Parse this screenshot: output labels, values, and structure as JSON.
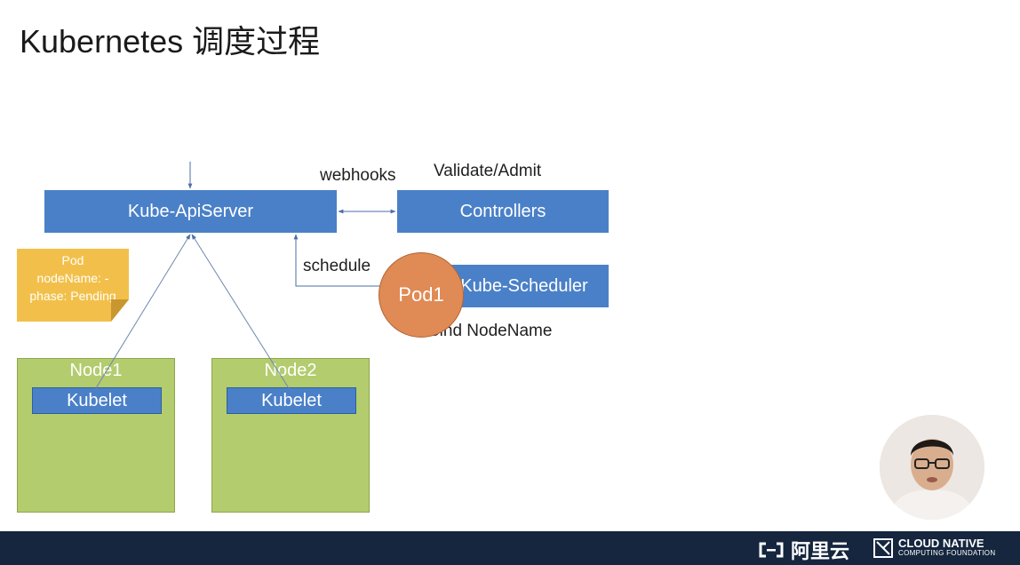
{
  "slide": {
    "title": "Kubernetes 调度过程"
  },
  "diagram": {
    "apiserver": "Kube-ApiServer",
    "controllers": "Controllers",
    "scheduler": "Kube-Scheduler",
    "webhooks": "webhooks",
    "validate_admit": "Validate/Admit",
    "schedule": "schedule",
    "bind_nodename": "Bind NodeName",
    "pod": "Pod1",
    "note": {
      "line1": "Pod",
      "line2": "nodeName: -",
      "line3": "phase: Pending"
    },
    "nodes": [
      {
        "name": "Node1",
        "kubelet": "Kubelet"
      },
      {
        "name": "Node2",
        "kubelet": "Kubelet"
      }
    ]
  },
  "footer": {
    "alibaba_text": "阿里云",
    "cncf_line1": "CLOUD NATIVE",
    "cncf_line2": "COMPUTING FOUNDATION"
  },
  "colors": {
    "box_blue": "#4a80c8",
    "node_green": "#b3cc6e",
    "note_yellow": "#f2c04a",
    "pod_orange": "#e08a55",
    "footer_navy": "#15263e"
  }
}
